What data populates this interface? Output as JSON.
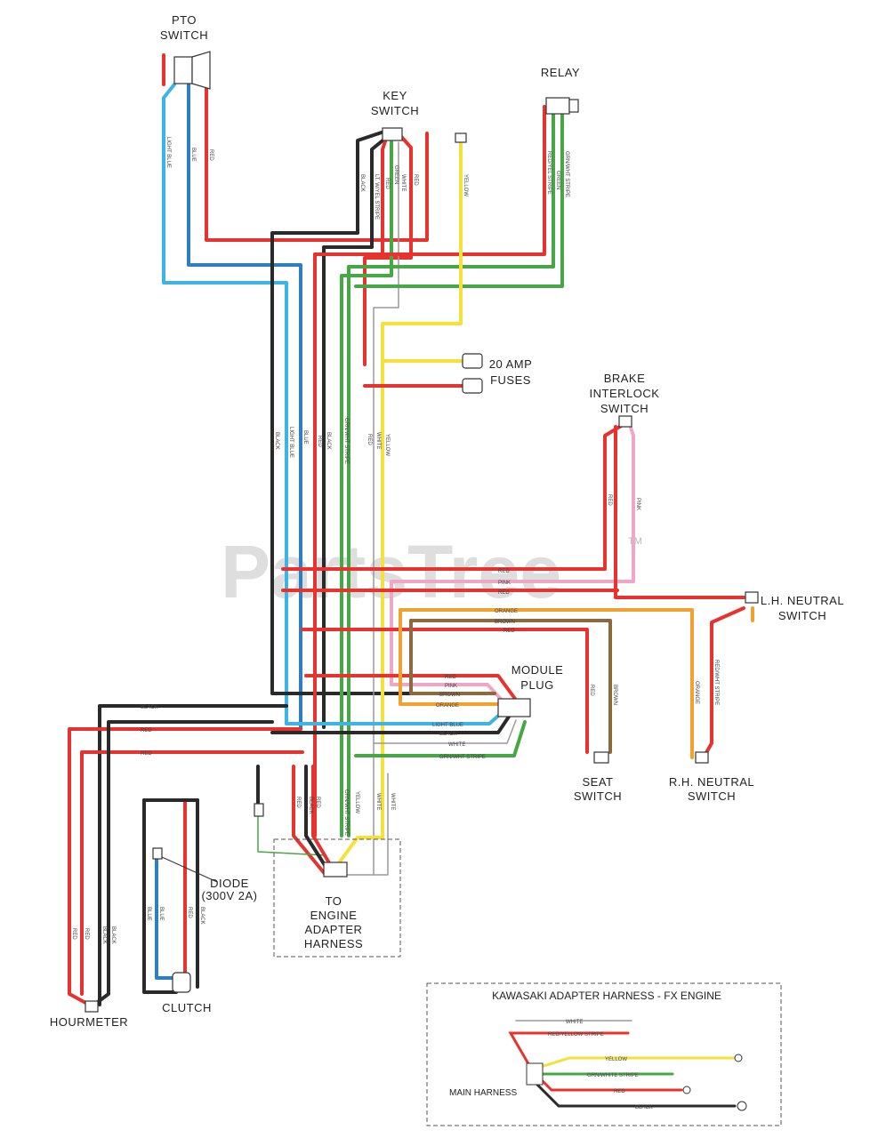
{
  "components": {
    "pto_switch": [
      "PTO",
      "SWITCH"
    ],
    "key_switch": [
      "KEY",
      "SWITCH"
    ],
    "relay": [
      "RELAY"
    ],
    "fuses": [
      "20 AMP",
      "FUSES"
    ],
    "brake_switch": [
      "BRAKE",
      "INTERLOCK",
      "SWITCH"
    ],
    "lh_neutral": [
      "L.H. NEUTRAL",
      "SWITCH"
    ],
    "module_plug": [
      "MODULE",
      "PLUG"
    ],
    "seat_switch": [
      "SEAT",
      "SWITCH"
    ],
    "rh_neutral": [
      "R.H. NEUTRAL",
      "SWITCH"
    ],
    "engine_adapter": [
      "TO",
      "ENGINE",
      "ADAPTER",
      "HARNESS"
    ],
    "diode": [
      "DIODE",
      "(300V 2A)"
    ],
    "clutch": [
      "CLUTCH"
    ],
    "hourmeter": [
      "HOURMETER"
    ]
  },
  "inset": {
    "title": "KAWASAKI ADAPTER HARNESS - FX ENGINE",
    "main_harness": "MAIN HARNESS",
    "wires": [
      "WHITE",
      "RED/YELLOW STRIPE",
      "YELLOW",
      "GRN/WHITE STRIPE",
      "RED",
      "BLACK"
    ]
  },
  "wire_labels": {
    "pto": [
      "LIGHT BLUE",
      "BLUE",
      "RED"
    ],
    "key": [
      "BLACK",
      "LT. W/YEL STRIPE",
      "RED",
      "GREEN",
      "WHITE",
      "RED"
    ],
    "relay": [
      "RED/YEL STRIPE",
      "GREEN",
      "GRN/WHT STRIPE"
    ],
    "yellow_top": "YELLOW",
    "bundle": [
      "BLACK",
      "LIGHT BLUE",
      "BLUE",
      "RED",
      "BLACK",
      "GRN/WHT STRIPE",
      "RED",
      "WHITE",
      "YELLOW"
    ],
    "brake": [
      "RED",
      "PINK"
    ],
    "horizontal": [
      "RED",
      "PINK",
      "RED",
      "ORANGE",
      "BROWN",
      "RED"
    ],
    "seat": [
      "RED",
      "BROWN"
    ],
    "rh": [
      "ORANGE",
      "RED/WHT STRIPE"
    ],
    "module": [
      "RED",
      "PINK",
      "BROWN",
      "ORANGE",
      "LIGHT BLUE",
      "BLACK",
      "WHITE",
      "GRN/WHT STRIPE"
    ],
    "left": [
      "BLACK",
      "RED",
      "RED"
    ],
    "engine": [
      "RED",
      "BLACK",
      "RED",
      "GRN/WHT STRIPE",
      "YELLOW",
      "WHITE",
      "WHITE"
    ],
    "hour": [
      "RED",
      "RED",
      "BLACK",
      "BLACK"
    ],
    "clutch": [
      "BLUE",
      "BLUE",
      "RED",
      "BLACK"
    ]
  },
  "watermark": "PartsTree",
  "trademark": "TM",
  "colors": {
    "red": "#e8322e",
    "black": "#2a2a2a",
    "light_blue": "#3db4e6",
    "blue": "#2d7fc1",
    "green": "#45a845",
    "yellow": "#f4e23a",
    "pink": "#f0a7c6",
    "orange": "#f2a12d",
    "brown": "#8c6a3c",
    "white_wire": "#9a9a9a"
  }
}
